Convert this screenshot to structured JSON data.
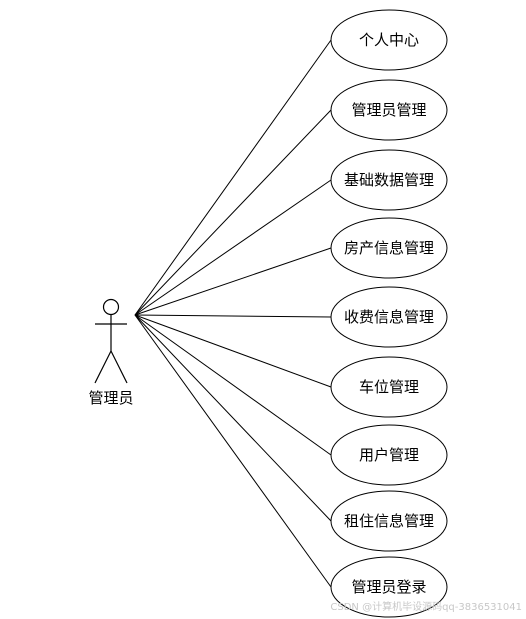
{
  "actor": {
    "label": "管理员"
  },
  "use_cases": [
    {
      "label": "个人中心"
    },
    {
      "label": "管理员管理"
    },
    {
      "label": "基础数据管理"
    },
    {
      "label": "房产信息管理"
    },
    {
      "label": "收费信息管理"
    },
    {
      "label": "车位管理"
    },
    {
      "label": "用户管理"
    },
    {
      "label": "租住信息管理"
    },
    {
      "label": "管理员登录"
    }
  ],
  "watermark": "CSDN @计算机毕设源码qq-3836531041",
  "colors": {
    "stroke": "#000000",
    "background": "#ffffff",
    "watermark": "#c8c8c8"
  }
}
